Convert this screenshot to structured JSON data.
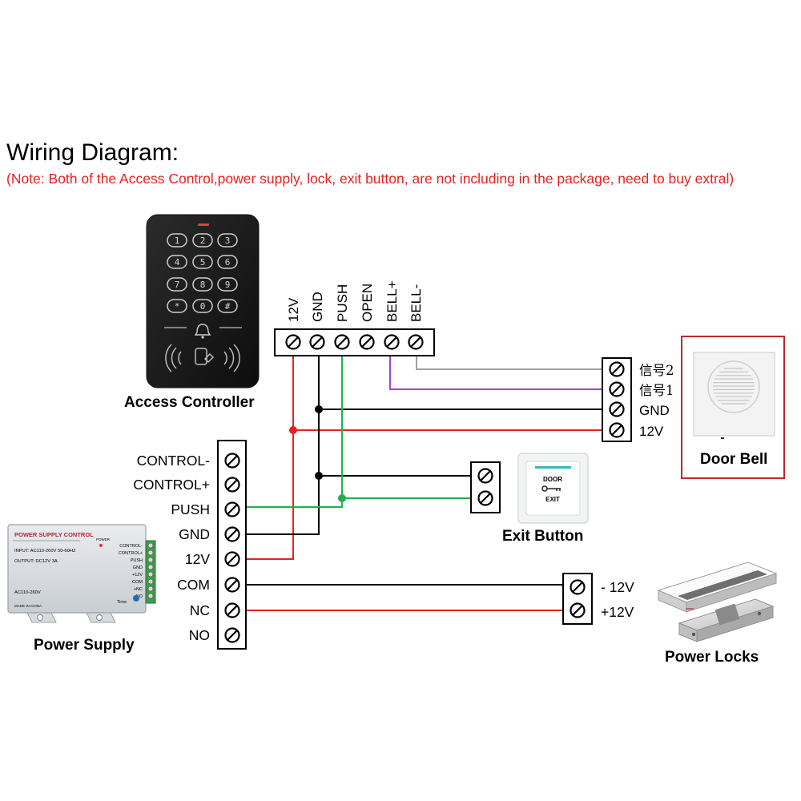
{
  "title": "Wiring Diagram:",
  "note": "(Note: Both of the Access Control,power supply, lock, exit button,  are not including in the package, need to buy extral)",
  "access_controller": {
    "label": "Access Controller",
    "keys": [
      "1",
      "2",
      "3",
      "4",
      "5",
      "6",
      "7",
      "8",
      "9",
      "*",
      "0",
      "#"
    ],
    "terminals": [
      "12V",
      "GND",
      "PUSH",
      "OPEN",
      "BELL+",
      "BELL-"
    ]
  },
  "power_supply": {
    "label": "Power Supply",
    "terminals": [
      "CONTROL-",
      "CONTROL+",
      "PUSH",
      "GND",
      "12V",
      "COM",
      "NC",
      "NO"
    ],
    "device_title": "POWER SUPPLY CONTROL",
    "device_input": "INPUT: AC110-260V 50-60HZ",
    "device_output": "OUTPUT: DC12V  3A",
    "device_ac": "AC110-260V",
    "device_made": "MADE IN CHINA",
    "device_power": "POWER",
    "device_time": "Time",
    "device_terms": [
      "CONTROL-",
      "CONTROL+",
      "PUSH",
      "GND",
      "+12V",
      "COM",
      "+NC",
      "+NO"
    ]
  },
  "door_bell": {
    "label": "Door Bell",
    "terminals": [
      "信号2",
      "信号1",
      "GND",
      "12V"
    ]
  },
  "exit_button": {
    "label": "Exit Button",
    "face_top": "DOOR",
    "face_bottom": "EXIT"
  },
  "power_locks": {
    "label": "Power Locks",
    "terminals": [
      "- 12V",
      "+12V"
    ]
  },
  "colors": {
    "red_wire": "#e8221e",
    "black_wire": "#000000",
    "green_wire": "#1db24a",
    "purple_wire": "#a63fd6",
    "gray_wire": "#a0a0a0",
    "note_text": "#e8221e",
    "door_bell_frame": "#c0272d"
  }
}
